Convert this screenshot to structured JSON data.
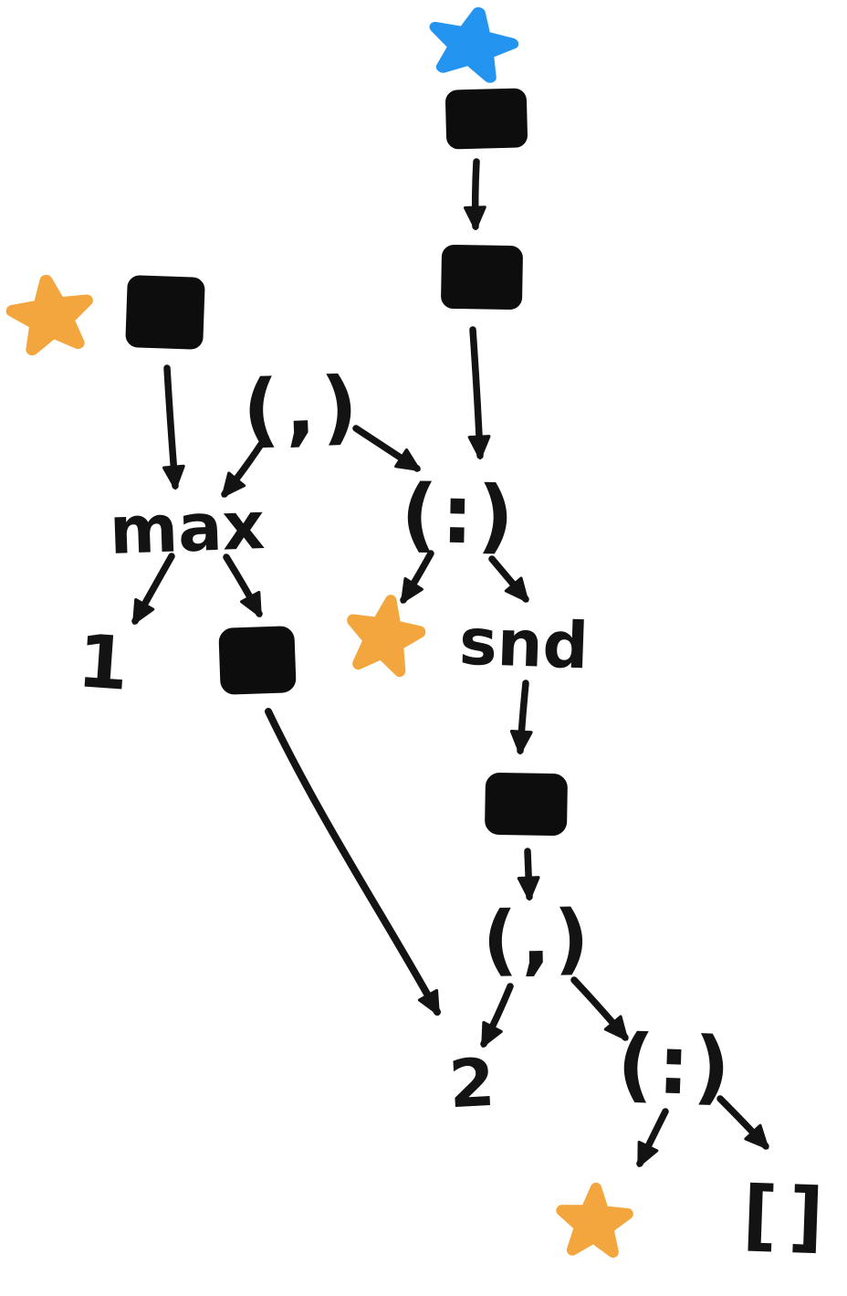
{
  "diagram": {
    "type": "hand-drawn-graph",
    "colors": {
      "background": "#FFFFFF",
      "ink": "#131313",
      "blue_star": "#2395F1",
      "orange_star": "#F4A63E"
    },
    "nodes": {
      "blue_star": {
        "type": "star",
        "color": "#2395F1"
      },
      "thunk_top": {
        "type": "thunk-box"
      },
      "thunk_mid": {
        "type": "thunk-box"
      },
      "orange_star_left": {
        "type": "star",
        "color": "#F4A63E"
      },
      "thunk_left": {
        "type": "thunk-box"
      },
      "pair_top": {
        "type": "label",
        "label": "(,)"
      },
      "max_fn": {
        "type": "label",
        "label": "max"
      },
      "cons_mid": {
        "type": "label",
        "label": "(:)"
      },
      "one_lit": {
        "type": "label",
        "label": "1"
      },
      "thunk_max_arg": {
        "type": "thunk-box"
      },
      "orange_star_mid": {
        "type": "star",
        "color": "#F4A63E"
      },
      "snd_fn": {
        "type": "label",
        "label": "snd"
      },
      "thunk_snd_arg": {
        "type": "thunk-box"
      },
      "pair_bottom": {
        "type": "label",
        "label": "(,)"
      },
      "two_lit": {
        "type": "label",
        "label": "2"
      },
      "cons_bottom": {
        "type": "label",
        "label": "(:)"
      },
      "orange_star_bottom": {
        "type": "star",
        "color": "#F4A63E"
      },
      "empty_list": {
        "type": "label",
        "label": "[]"
      }
    },
    "edges": [
      {
        "from": "thunk_top",
        "to": "thunk_mid"
      },
      {
        "from": "thunk_mid",
        "to": "cons_mid"
      },
      {
        "from": "thunk_left",
        "to": "max_fn"
      },
      {
        "from": "pair_top",
        "to": "max_fn"
      },
      {
        "from": "pair_top",
        "to": "cons_mid"
      },
      {
        "from": "max_fn",
        "to": "one_lit"
      },
      {
        "from": "max_fn",
        "to": "thunk_max_arg"
      },
      {
        "from": "cons_mid",
        "to": "orange_star_mid"
      },
      {
        "from": "cons_mid",
        "to": "snd_fn"
      },
      {
        "from": "snd_fn",
        "to": "thunk_snd_arg"
      },
      {
        "from": "thunk_snd_arg",
        "to": "pair_bottom"
      },
      {
        "from": "thunk_max_arg",
        "to": "two_lit"
      },
      {
        "from": "pair_bottom",
        "to": "two_lit"
      },
      {
        "from": "pair_bottom",
        "to": "cons_bottom"
      },
      {
        "from": "cons_bottom",
        "to": "orange_star_bottom"
      },
      {
        "from": "cons_bottom",
        "to": "empty_list"
      }
    ]
  }
}
